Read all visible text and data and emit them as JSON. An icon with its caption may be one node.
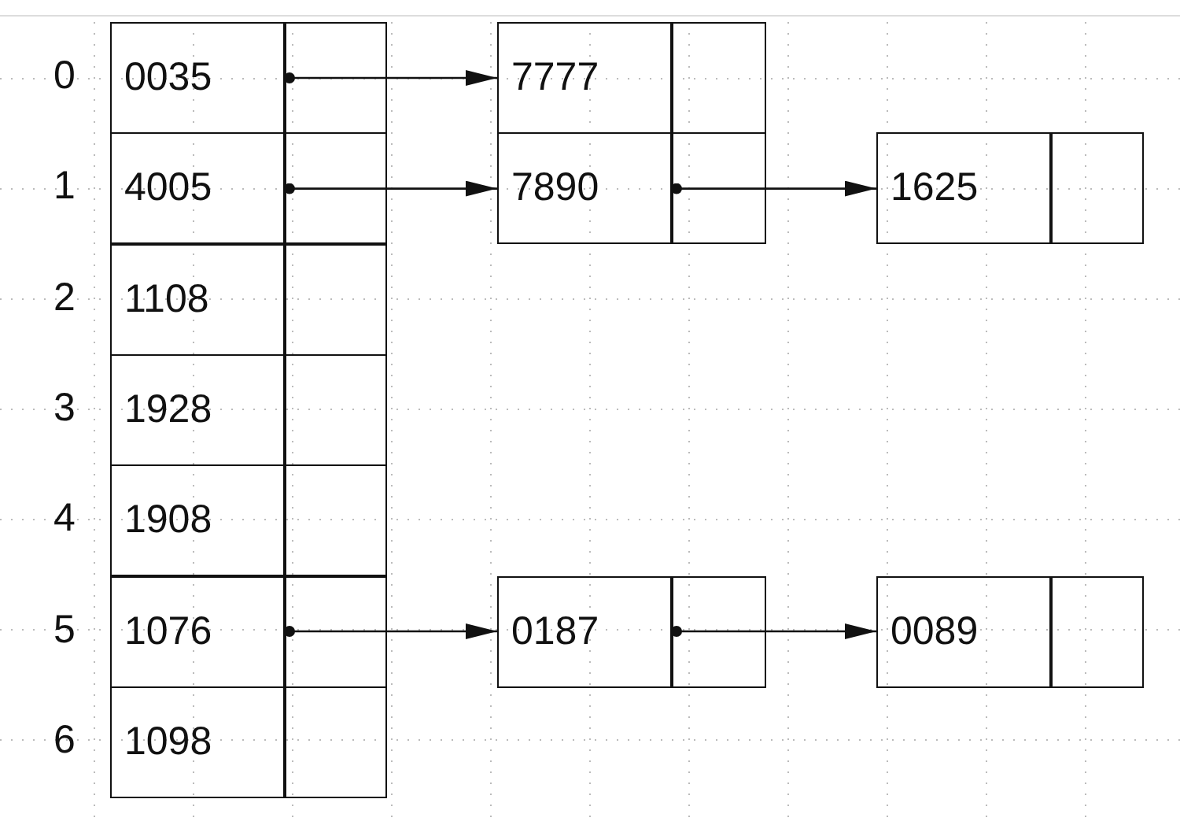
{
  "diagram": {
    "nodes": [
      {
        "text": [
          "0035"
        ]
      },
      {
        "text": [],
        "shape": "box"
      },
      {
        "text": [
          "7777"
        ]
      },
      {
        "text": [],
        "shape": "box"
      },
      {
        "text": [
          "4005"
        ]
      },
      {
        "text": [],
        "shape": "box"
      },
      {
        "text": [
          "7890"
        ]
      },
      {
        "text": [],
        "shape": "box"
      },
      {
        "text": [
          "1625"
        ]
      },
      {
        "text": [],
        "shape": "box"
      },
      {
        "text": [
          "1108"
        ]
      },
      {
        "text": [],
        "shape": "box"
      },
      {
        "text": [
          "1928"
        ]
      },
      {
        "text": [],
        "shape": "box"
      },
      {
        "text": [
          "1908"
        ]
      },
      {
        "text": [],
        "shape": "box"
      },
      {
        "text": [
          "1076"
        ]
      },
      {
        "text": [],
        "shape": "box"
      },
      {
        "text": [
          "0187"
        ]
      },
      {
        "text": [],
        "shape": "box"
      },
      {
        "text": [
          "0089"
        ]
      },
      {
        "text": [],
        "shape": "box"
      },
      {
        "text": [
          "1098"
        ]
      },
      {
        "text": [],
        "shape": "box"
      }
    ],
    "edges": [
      {
        "from": 1,
        "to": 2,
        "arrow": "to"
      },
      {
        "from": 5,
        "to": 6,
        "arrow": "to"
      },
      {
        "from": 7,
        "to": 8,
        "arrow": "to"
      },
      {
        "from": 17,
        "to": 18,
        "arrow": "to"
      },
      {
        "from": 19,
        "to": 20,
        "arrow": "to"
      }
    ],
    "labels": [
      "0",
      "1",
      "2",
      "3",
      "4",
      "5",
      "6"
    ]
  }
}
